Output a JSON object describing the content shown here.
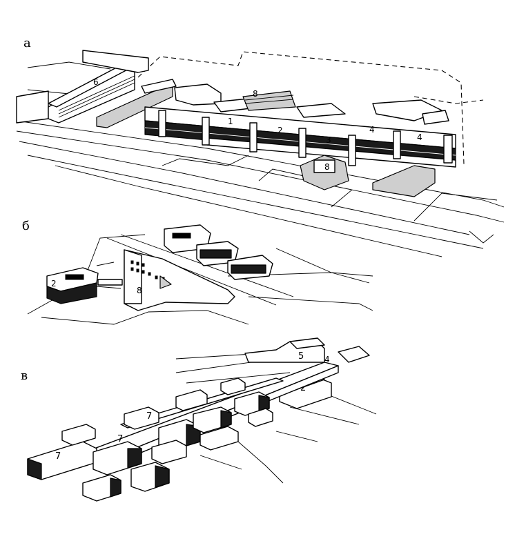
{
  "panels": [
    {
      "letter": "а",
      "numbers": [
        "6",
        "8",
        "1",
        "2",
        "3",
        "4",
        "4",
        "8"
      ]
    },
    {
      "letter": "б",
      "numbers": [
        "2",
        "8"
      ]
    },
    {
      "letter": "в",
      "numbers": [
        "5",
        "4",
        "2",
        "7",
        "7",
        "7"
      ]
    }
  ]
}
